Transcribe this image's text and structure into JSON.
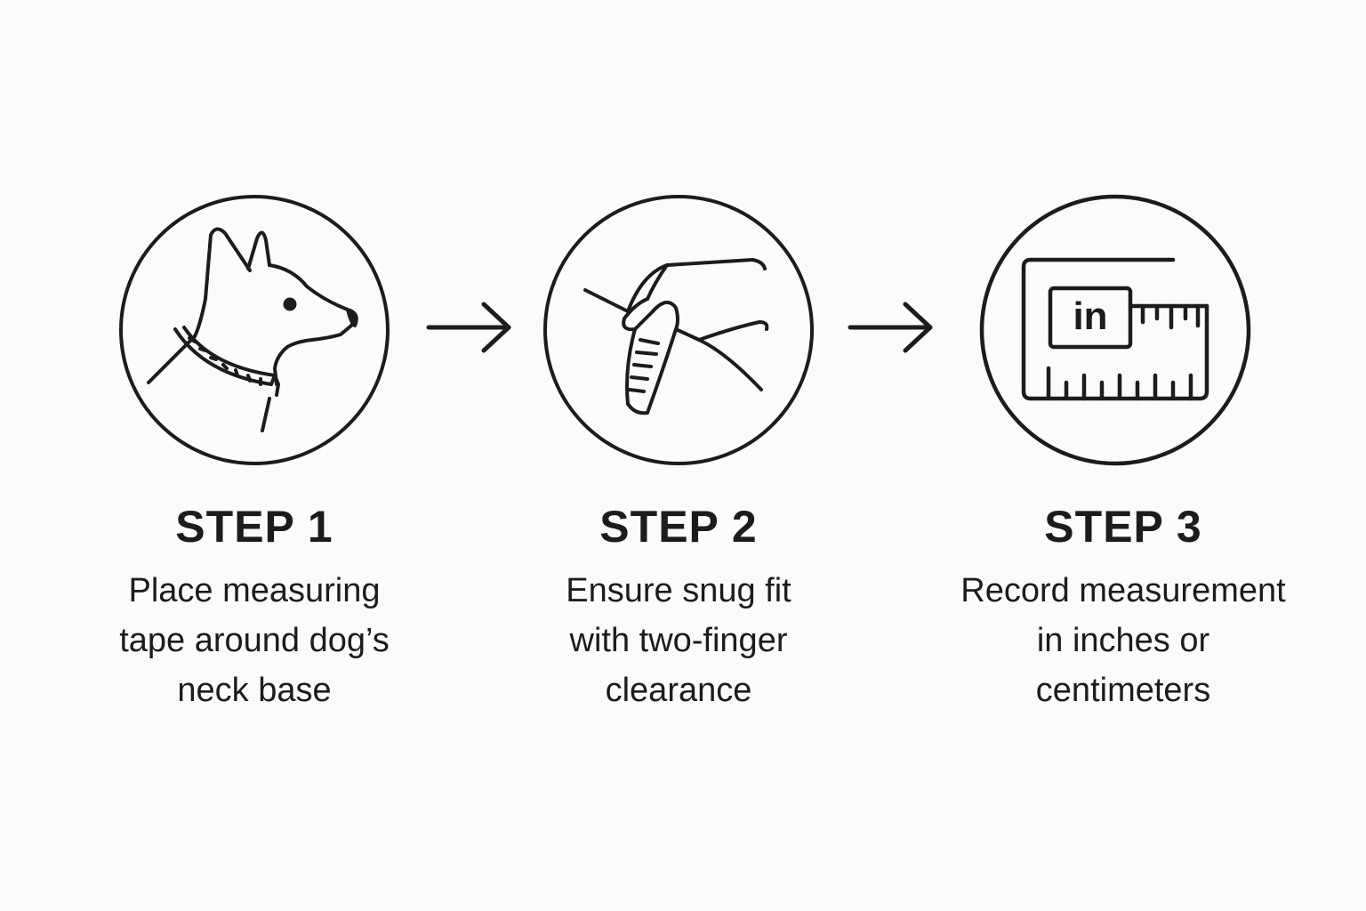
{
  "steps": [
    {
      "title": "STEP 1",
      "description": "Place measuring\ntape around dog’s\nneck base",
      "icon": "dog-collar-icon"
    },
    {
      "title": "STEP 2",
      "description": "Ensure snug fit\nwith two-finger\nclearance",
      "icon": "hand-tape-icon"
    },
    {
      "title": "STEP 3",
      "description": "Record measurement\nin inches or\ncentimeters",
      "icon": "ruler-inches-icon",
      "icon_label": "in"
    }
  ],
  "arrows": [
    "right-arrow-icon",
    "right-arrow-icon"
  ],
  "colors": {
    "background": "#fbfbf9",
    "ink": "#1c1c1c"
  }
}
